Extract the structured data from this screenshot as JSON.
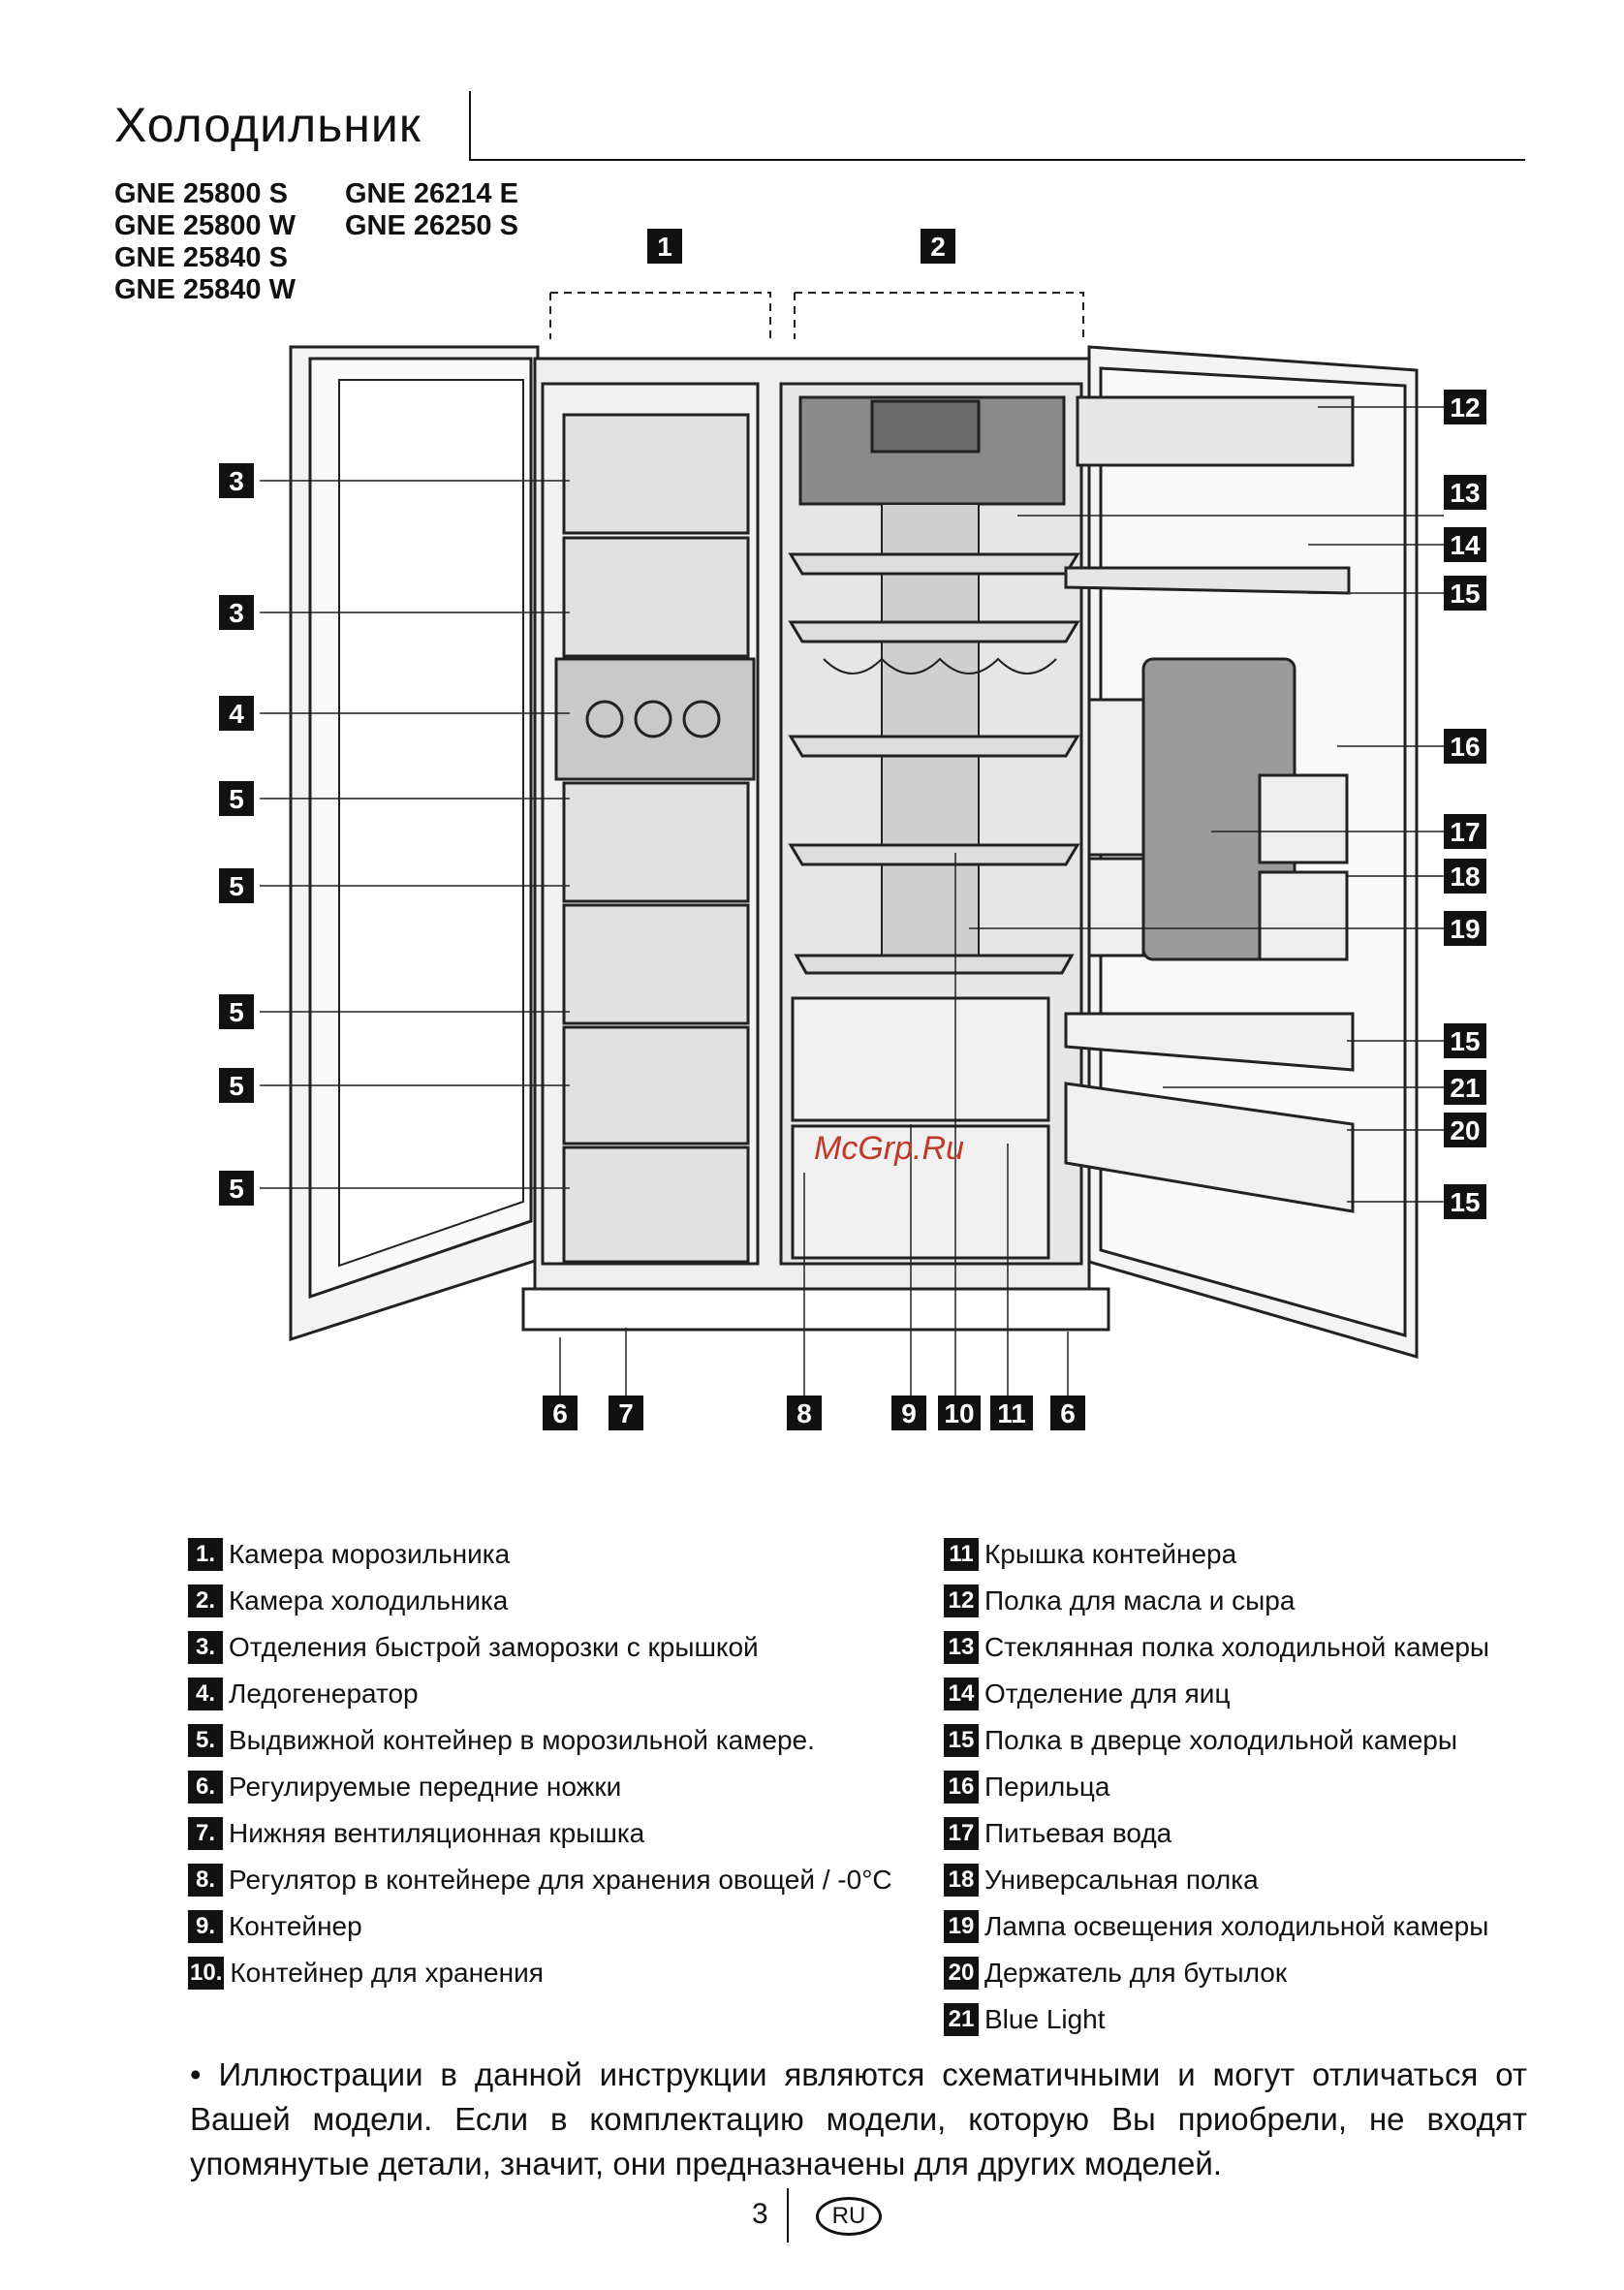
{
  "header": {
    "title": "Холодильник"
  },
  "models": {
    "left": [
      "GNE 25800 S",
      "GNE 25800 W",
      "GNE 25840 S",
      "GNE 25840 W"
    ],
    "right": [
      "GNE 26214 E",
      "GNE 26250 S"
    ]
  },
  "watermark": "McGrp.Ru",
  "legend_left": [
    {
      "num": "1.",
      "text": "Камера морозильника"
    },
    {
      "num": "2.",
      "text": "Камера холодильника"
    },
    {
      "num": "3.",
      "text": "Отделения быстрой заморозки с крышкой"
    },
    {
      "num": "4.",
      "text": "Ледогенератор"
    },
    {
      "num": "5.",
      "text": "Выдвижной контейнер в морозильной камере."
    },
    {
      "num": "6.",
      "text": "Регулируемые передние ножки"
    },
    {
      "num": "7.",
      "text": "Нижняя вентиляционная крышка"
    },
    {
      "num": "8.",
      "text": "Регулятор в контейнере для хранения овощей / -0°C"
    },
    {
      "num": "9.",
      "text": "Контейнер"
    },
    {
      "num": "10.",
      "text": "Контейнер для хранения"
    }
  ],
  "legend_right": [
    {
      "num": "11",
      "text": "Крышка контейнера"
    },
    {
      "num": "12",
      "text": "Полка для масла и сыра"
    },
    {
      "num": "13",
      "text": "Стеклянная полка холодильной камеры"
    },
    {
      "num": "14",
      "text": "Отделение для яиц"
    },
    {
      "num": "15",
      "text": "Полка в дверце холодильной камеры"
    },
    {
      "num": "16",
      "text": "Перильца"
    },
    {
      "num": "17",
      "text": "Питьевая вода"
    },
    {
      "num": "18",
      "text": "Универсальная полка"
    },
    {
      "num": "19",
      "text": "Лампа освещения холодильной камеры"
    },
    {
      "num": "20",
      "text": "Держатель для бутылок"
    },
    {
      "num": "21",
      "text": "Blue Light"
    }
  ],
  "note": "• Иллюстрации в данной инструкции являются схематичными и могут отличаться от Вашей модели. Если в комплектацию модели, которую Вы приобрели, не входят упомянутые детали, значит, они предназначены для других моделей.",
  "footer": {
    "page_number": "3",
    "lang": "RU"
  },
  "diagram_labels": {
    "top": [
      "1",
      "2"
    ],
    "left": [
      "3",
      "3",
      "4",
      "5",
      "5",
      "5",
      "5",
      "5"
    ],
    "right": [
      "12",
      "13",
      "14",
      "15",
      "16",
      "17",
      "18",
      "19",
      "15",
      "21",
      "20",
      "15"
    ],
    "bottom": [
      "6",
      "7",
      "8",
      "9",
      "10",
      "11",
      "6"
    ]
  }
}
